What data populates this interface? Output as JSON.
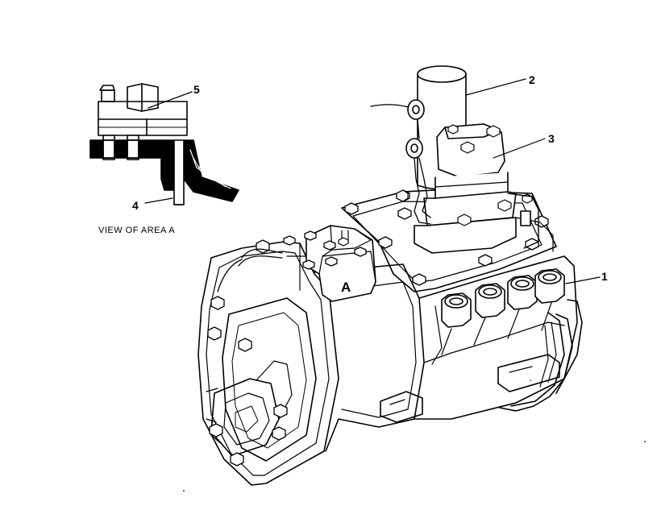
{
  "callouts": [
    {
      "id": "1",
      "label": "1"
    },
    {
      "id": "2",
      "label": "2"
    },
    {
      "id": "3",
      "label": "3"
    },
    {
      "id": "4",
      "label": "4"
    },
    {
      "id": "5",
      "label": "5"
    }
  ],
  "view_caption": "VIEW OF AREA A",
  "area_marker": "A"
}
